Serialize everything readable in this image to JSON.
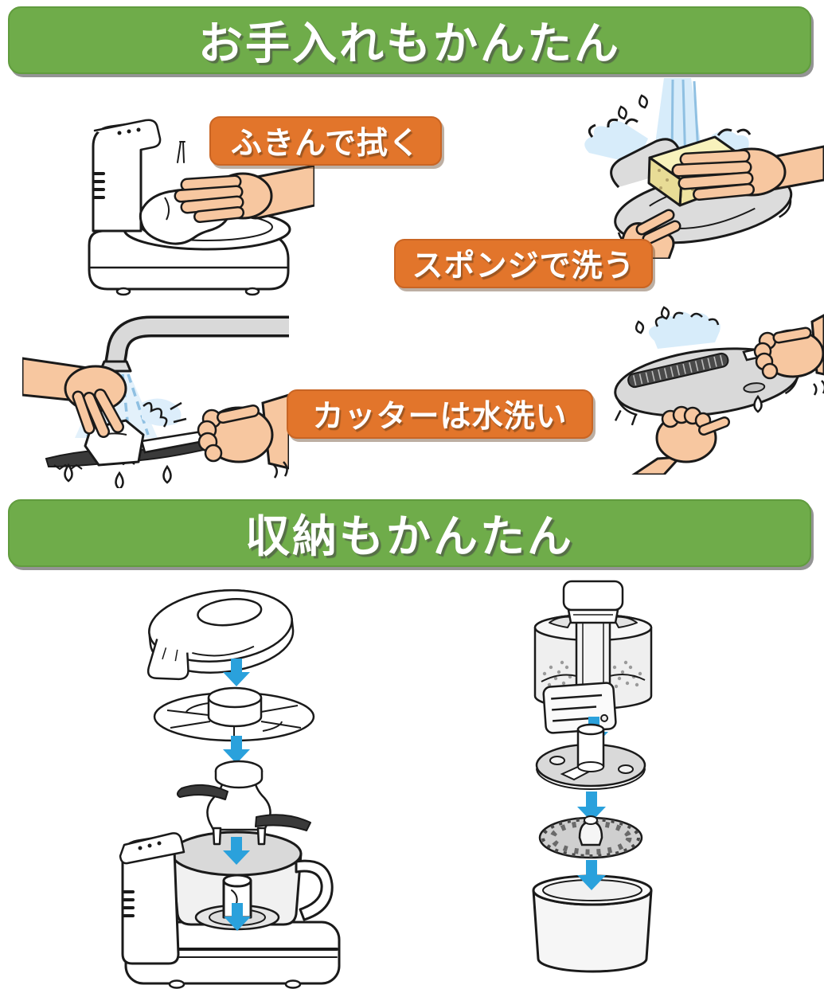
{
  "page": {
    "background": "#ffffff"
  },
  "colors": {
    "banner_green": "#6fac4a",
    "banner_text": "#ffffff",
    "label_orange": "#e2752b",
    "label_text": "#ffffff",
    "arrow_blue": "#2aa1dc",
    "outline_black": "#1a1a1a",
    "skin_tone": "#f7c7a0",
    "water_blue": "#d7ecfa",
    "water_line_blue": "#8fc0e2",
    "sponge_yellow": "#f8f2bc",
    "part_gray": "#d9d9d9"
  },
  "cleaning_section": {
    "banner_title": "お手入れもかんたん",
    "steps": [
      {
        "label": "ふきんで拭く",
        "illustration": "wipe-main-body-with-cloth"
      },
      {
        "label": "スポンジで洗う",
        "illustration": "wash-lid-with-sponge"
      },
      {
        "label": "カッターは水洗い",
        "illustration": "rinse-cutter-under-faucet"
      }
    ],
    "extra_illustration": "rinse-slicing-disc"
  },
  "storage_section": {
    "banner_title": "収納もかんたん",
    "left_stack_parts": [
      "lid",
      "slicing-disc",
      "cutter-blade-unit",
      "main-unit-with-bowl"
    ],
    "right_stack_parts": [
      "storage-case-with-cap",
      "spindle-disc",
      "fluted-grating-wheel",
      "round-container"
    ]
  }
}
